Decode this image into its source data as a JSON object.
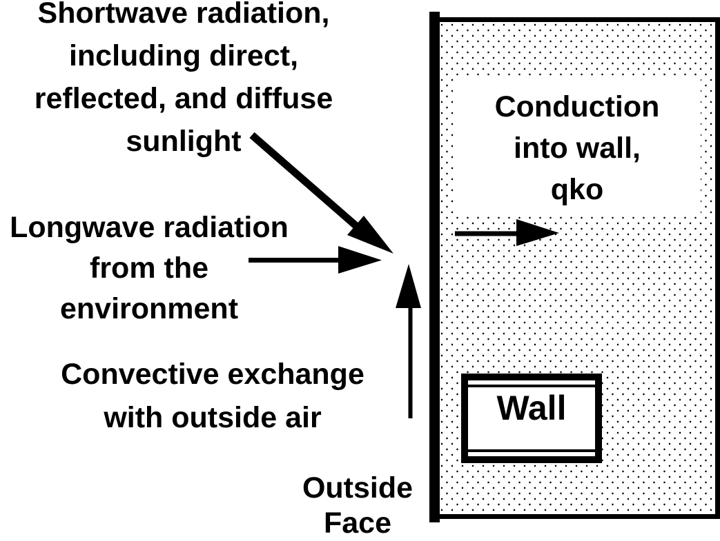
{
  "colors": {
    "ink": "#000000",
    "paper": "#ffffff"
  },
  "annotations": {
    "shortwave": {
      "lines": [
        "Shortwave radiation,",
        "including direct,",
        "reflected, and diffuse",
        "sunlight"
      ]
    },
    "longwave": {
      "lines": [
        "Longwave radiation",
        "from the",
        "environment"
      ]
    },
    "convective": {
      "lines": [
        "Convective exchange",
        "with outside air"
      ]
    },
    "outside_face": {
      "lines": [
        "Outside",
        "Face"
      ]
    }
  },
  "wall": {
    "conduction_label": {
      "lines": [
        "Conduction",
        "into wall,",
        "qko"
      ]
    },
    "name_label": "Wall"
  },
  "icons": {
    "arrows": [
      "shortwave-arrow",
      "longwave-arrow",
      "convective-arrow",
      "conduction-arrow"
    ]
  }
}
